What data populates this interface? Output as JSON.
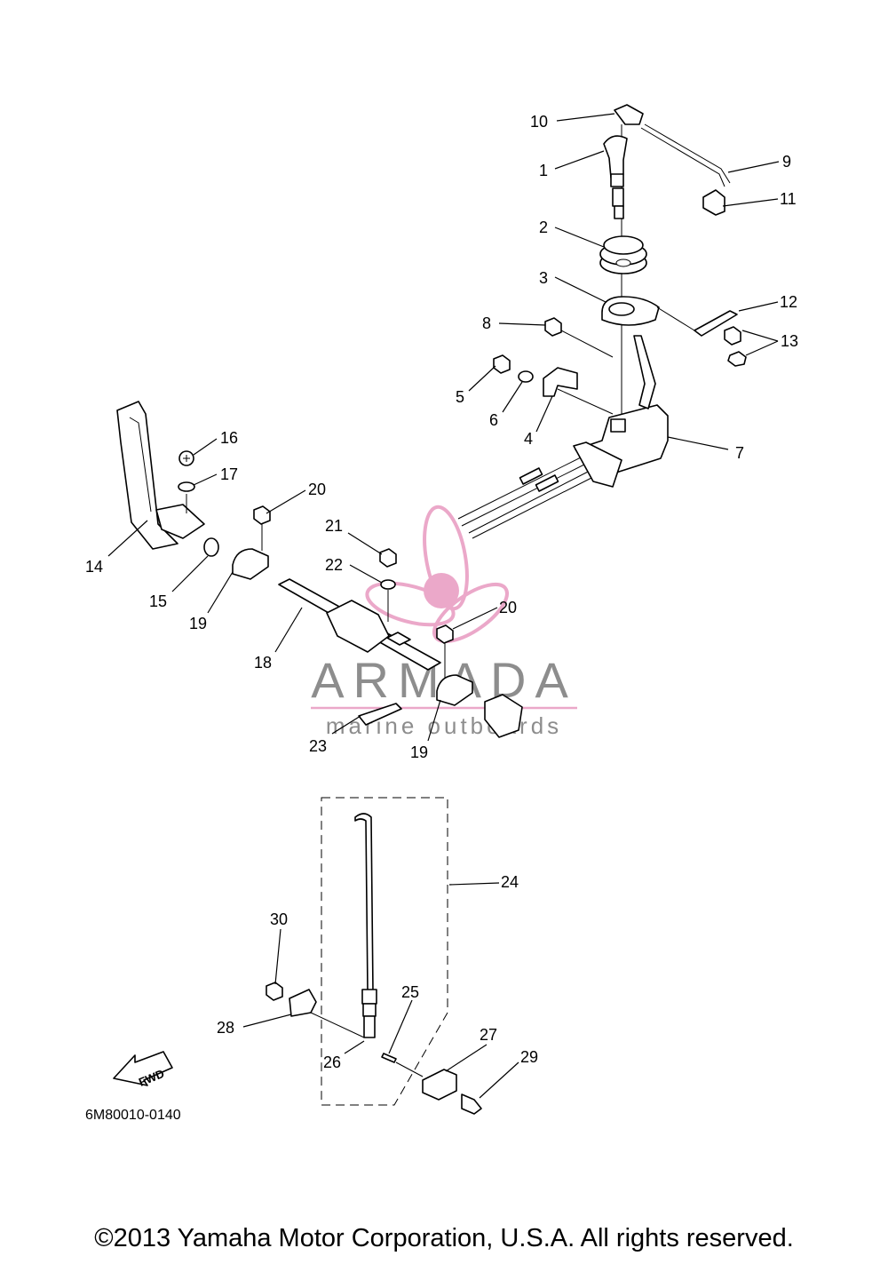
{
  "diagram_code": "6M80010-0140",
  "copyright": "©2013 Yamaha Motor Corporation, U.S.A. All rights reserved.",
  "watermark": {
    "brand": "ARMADA",
    "tagline": "marine outboards",
    "color": "#e89ac0"
  },
  "fwd_label": "FWD",
  "callouts": [
    {
      "id": "1",
      "label": "1"
    },
    {
      "id": "2",
      "label": "2"
    },
    {
      "id": "3",
      "label": "3"
    },
    {
      "id": "4",
      "label": "4"
    },
    {
      "id": "5",
      "label": "5"
    },
    {
      "id": "6",
      "label": "6"
    },
    {
      "id": "7",
      "label": "7"
    },
    {
      "id": "8",
      "label": "8"
    },
    {
      "id": "9",
      "label": "9"
    },
    {
      "id": "10",
      "label": "10"
    },
    {
      "id": "11",
      "label": "11"
    },
    {
      "id": "12",
      "label": "12"
    },
    {
      "id": "13",
      "label": "13"
    },
    {
      "id": "14",
      "label": "14"
    },
    {
      "id": "15",
      "label": "15"
    },
    {
      "id": "16",
      "label": "16"
    },
    {
      "id": "17",
      "label": "17"
    },
    {
      "id": "18",
      "label": "18"
    },
    {
      "id": "19a",
      "label": "19"
    },
    {
      "id": "19b",
      "label": "19"
    },
    {
      "id": "20a",
      "label": "20"
    },
    {
      "id": "20b",
      "label": "20"
    },
    {
      "id": "21",
      "label": "21"
    },
    {
      "id": "22",
      "label": "22"
    },
    {
      "id": "23",
      "label": "23"
    },
    {
      "id": "24",
      "label": "24"
    },
    {
      "id": "25",
      "label": "25"
    },
    {
      "id": "26",
      "label": "26"
    },
    {
      "id": "27",
      "label": "27"
    },
    {
      "id": "28",
      "label": "28"
    },
    {
      "id": "29",
      "label": "29"
    },
    {
      "id": "30",
      "label": "30"
    }
  ]
}
